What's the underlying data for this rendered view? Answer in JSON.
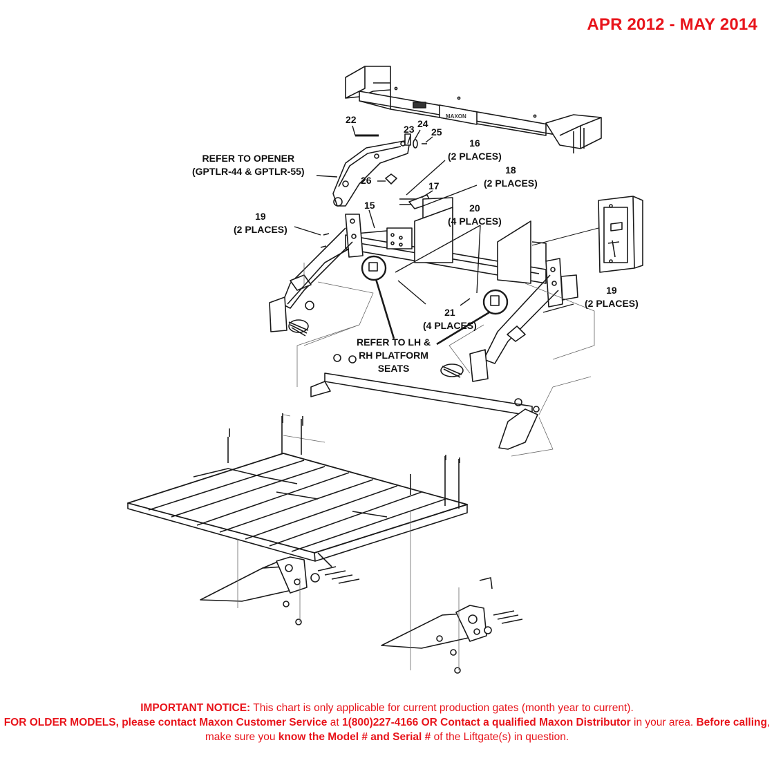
{
  "header": {
    "date_range": "APR 2012 - MAY 2014"
  },
  "callouts": [
    {
      "id": "22",
      "lines": [
        "22"
      ]
    },
    {
      "id": "23",
      "lines": [
        "23"
      ]
    },
    {
      "id": "24",
      "lines": [
        "24"
      ]
    },
    {
      "id": "25",
      "lines": [
        "25"
      ]
    },
    {
      "id": "refer_opener",
      "lines": [
        "REFER TO OPENER",
        "(GPTLR-44 & GPTLR-55)"
      ]
    },
    {
      "id": "16",
      "lines": [
        "16",
        "(2 PLACES)"
      ]
    },
    {
      "id": "18",
      "lines": [
        "18",
        "(2 PLACES)"
      ]
    },
    {
      "id": "26",
      "lines": [
        "26"
      ]
    },
    {
      "id": "17",
      "lines": [
        "17"
      ]
    },
    {
      "id": "15",
      "lines": [
        "15"
      ]
    },
    {
      "id": "19_left",
      "lines": [
        "19",
        "(2 PLACES)"
      ]
    },
    {
      "id": "20",
      "lines": [
        "20",
        "(4 PLACES)"
      ]
    },
    {
      "id": "19_right",
      "lines": [
        "19",
        "(2 PLACES)"
      ]
    },
    {
      "id": "21",
      "lines": [
        "21",
        "(4 PLACES)"
      ]
    },
    {
      "id": "refer_seats",
      "lines": [
        "REFER TO LH &",
        "RH PLATFORM",
        "SEATS"
      ]
    }
  ],
  "notice": {
    "label": "IMPORTANT NOTICE:",
    "text1": " This chart is only applicable for current production gates (month year to current).",
    "older": "FOR OLDER MODELS, please contact Maxon Customer Service",
    "at": " at ",
    "phone": "1(800)227-4166 OR Contact a qualified Maxon Distributor",
    "area": " in your area. ",
    "before": "Before calling",
    "make_sure": ", make sure you ",
    "know": "know the Model # and Serial #",
    "tail": " of the Liftgate(s) in question."
  }
}
